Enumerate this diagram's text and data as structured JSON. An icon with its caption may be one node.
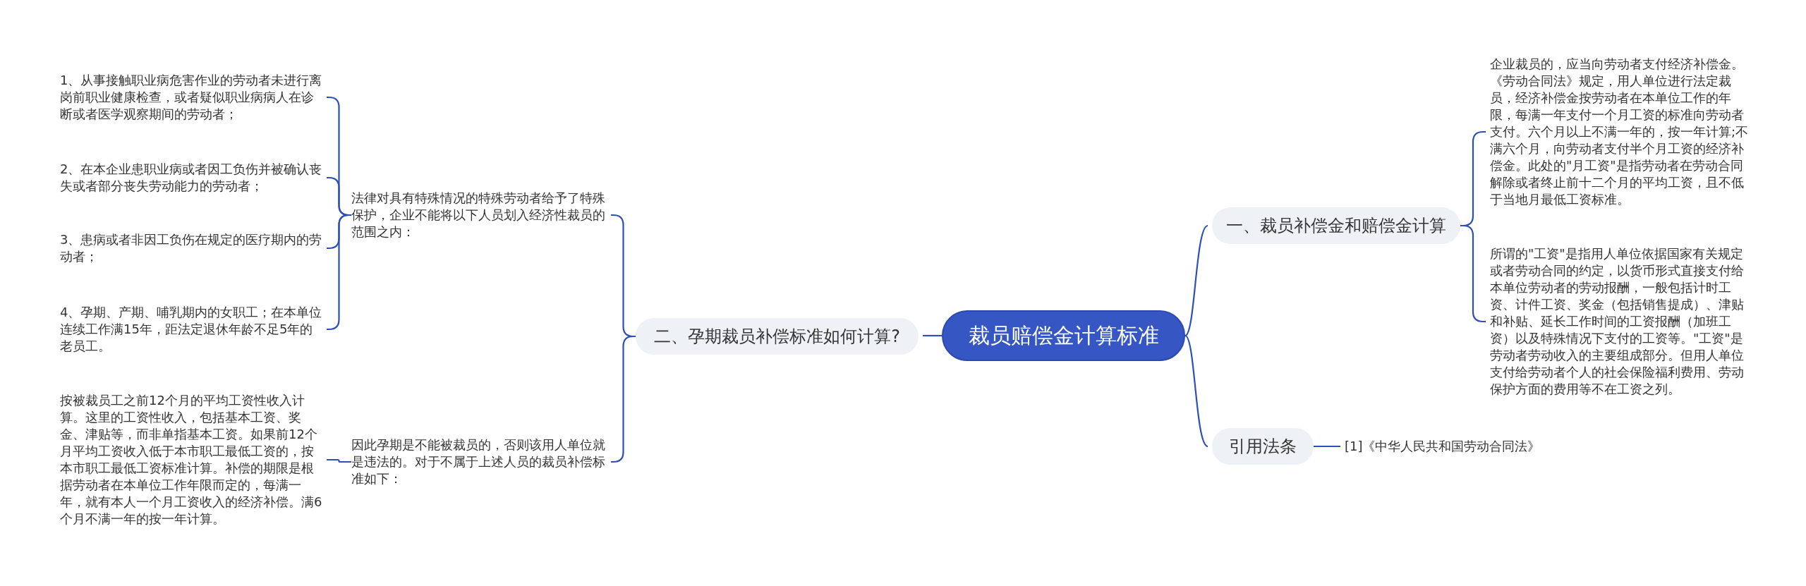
{
  "diagram": {
    "nodes": [
      {
        "text": [
          "裁员赔偿金计算标准"
        ]
      },
      {
        "text": [
          "一、裁员补偿金和赔偿金计算"
        ]
      },
      {
        "text": [
          "企业裁员的，应当向劳动者支付经济补偿金。《劳动合同法》规定，用人单位进行法定裁员，经济补偿金按劳动者在本单位工作的年限，每满一年支付一个月工资的标准向劳动者支付。六个月以上不满一年的，按一年计算;不满六个月，向劳动者支付半个月工资的经济补偿金。此处的\"月工资\"是指劳动者在劳动合同解除或者终止前十二个月的平均工资，且不低于当地月最低工资标准。"
        ]
      },
      {
        "text": [
          "所谓的\"工资\"是指用人单位依据国家有关规定或者劳动合同的约定，以货币形式直接支付给本单位劳动者的劳动报酬，一般包括计时工资、计件工资、奖金（包括销售提成）、津贴和补贴、延长工作时间的工资报酬（加班工资）以及特殊情况下支付的工资等。\"工资\"是劳动者劳动收入的主要组成部分。但用人单位支付给劳动者个人的社会保险福利费用、劳动保护方面的费用等不在工资之列。"
        ]
      },
      {
        "text": [
          "引用法条"
        ]
      },
      {
        "text": [
          "[1]《中华人民共和国劳动合同法》"
        ]
      },
      {
        "text": [
          "二、孕期裁员补偿标准如何计算?"
        ]
      },
      {
        "text": [
          "法律对具有特殊情况的特殊劳动者给予了特殊保护，企业不能将以下人员划入经济性裁员的范围之内："
        ]
      },
      {
        "text": [
          "因此孕期是不能被裁员的，否则该用人单位就是违法的。对于不属于上述人员的裁员补偿标准如下："
        ]
      },
      {
        "text": [
          "1、从事接触职业病危害作业的劳动者未进行离岗前职业健康检查，或者疑似职业病病人在诊断或者医学观察期间的劳动者；"
        ]
      },
      {
        "text": [
          "2、在本企业患职业病或者因工负伤并被确认丧失或者部分丧失劳动能力的劳动者；"
        ]
      },
      {
        "text": [
          "3、患病或者非因工负伤在规定的医疗期内的劳动者；"
        ]
      },
      {
        "text": [
          "4、孕期、产期、哺乳期内的女职工；在本单位连续工作满15年，距法定退休年龄不足5年的老员工。"
        ]
      },
      {
        "text": [
          "按被裁员工之前12个月的平均工资性收入计算。这里的工资性收入，包括基本工资、奖金、津贴等，而非单指基本工资。如果前12个月平均工资收入低于本市职工最低工资的，按本市职工最低工资标准计算。补偿的期限是根据劳动者在本单位工作年限而定的，每满一年，就有本人一个月工资收入的经济补偿。满6个月不满一年的按一年计算。"
        ]
      }
    ],
    "edges": [
      {
        "from": 0,
        "to": 1,
        "arrow": "none"
      },
      {
        "from": 1,
        "to": 2,
        "arrow": "none"
      },
      {
        "from": 1,
        "to": 3,
        "arrow": "none"
      },
      {
        "from": 0,
        "to": 4,
        "arrow": "none"
      },
      {
        "from": 4,
        "to": 5,
        "arrow": "none"
      },
      {
        "from": 0,
        "to": 6,
        "arrow": "none"
      },
      {
        "from": 6,
        "to": 7,
        "arrow": "none"
      },
      {
        "from": 6,
        "to": 8,
        "arrow": "none"
      },
      {
        "from": 7,
        "to": 9,
        "arrow": "none"
      },
      {
        "from": 7,
        "to": 10,
        "arrow": "none"
      },
      {
        "from": 7,
        "to": 11,
        "arrow": "none"
      },
      {
        "from": 7,
        "to": 12,
        "arrow": "none"
      },
      {
        "from": 8,
        "to": 13,
        "arrow": "none"
      }
    ]
  }
}
